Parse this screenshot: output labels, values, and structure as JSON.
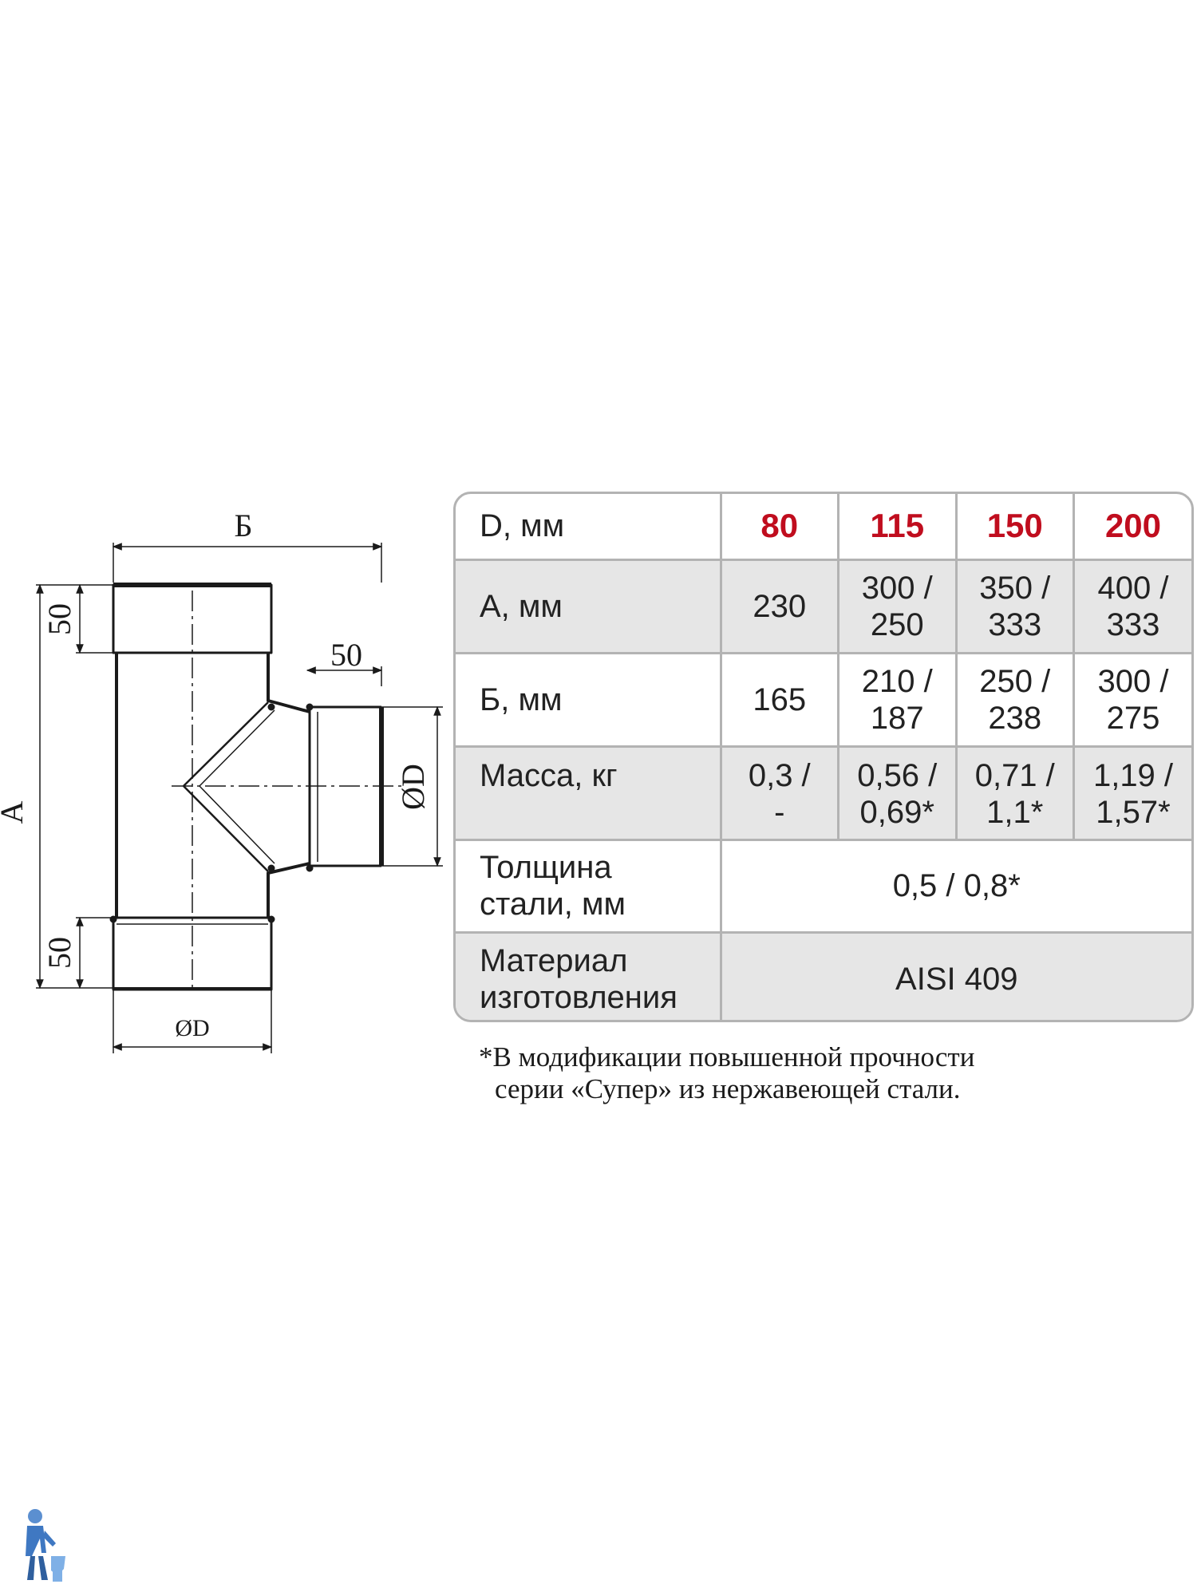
{
  "drawing": {
    "labels": {
      "width_label": "Б",
      "height_label": "А",
      "top_socket": "50",
      "bottom_socket": "50",
      "branch_socket": "50",
      "branch_diameter": "ØD",
      "bottom_diameter": "ØD"
    }
  },
  "table": {
    "header": {
      "label": "D, мм",
      "sizes": [
        "80",
        "115",
        "150",
        "200"
      ]
    },
    "rows": [
      {
        "label": "А, мм",
        "values": [
          [
            "230"
          ],
          [
            "300 /",
            "250"
          ],
          [
            "350 /",
            "333"
          ],
          [
            "400 /",
            "333"
          ]
        ]
      },
      {
        "label": "Б, мм",
        "values": [
          [
            "165"
          ],
          [
            "210 /",
            "187"
          ],
          [
            "250 /",
            "238"
          ],
          [
            "300 /",
            "275"
          ]
        ]
      },
      {
        "label": "Масса, кг",
        "values": [
          [
            "0,3 /",
            "-"
          ],
          [
            "0,56 /",
            "0,69*"
          ],
          [
            "0,71 /",
            "1,1*"
          ],
          [
            "1,19 /",
            "1,57*"
          ]
        ]
      }
    ],
    "thickness": {
      "label_lines": [
        "Толщина",
        "стали, мм"
      ],
      "value": "0,5 / 0,8*"
    },
    "material": {
      "label_lines": [
        "Материал",
        "изготовления"
      ],
      "value": "AISI 409"
    },
    "accent_color": "#c00d1e",
    "shade_color": "#e6e6e6",
    "border_color": "#b3b3b3"
  },
  "footnote": [
    "*В модификации повышенной прочности",
    "серии «Супер» из нержавеющей стали."
  ],
  "logo": {
    "icon": "plumber-figure-icon"
  }
}
